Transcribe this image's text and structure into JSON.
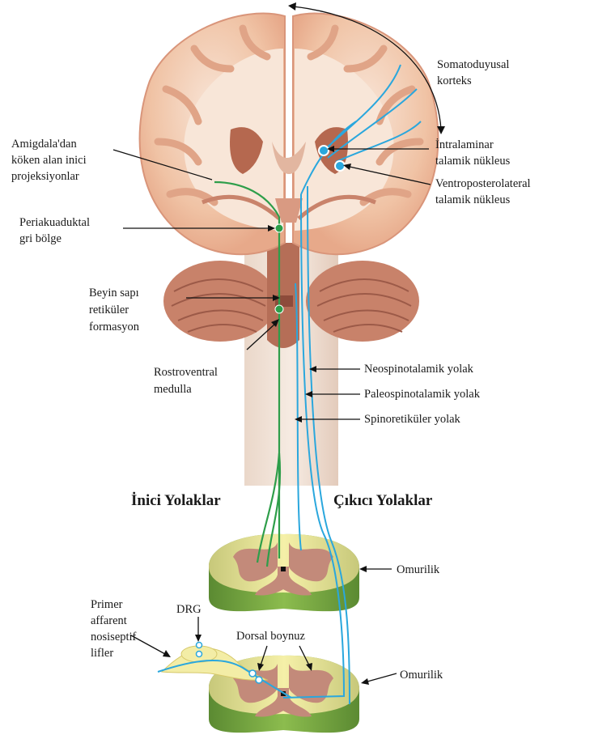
{
  "labels": {
    "somatosensory_1": "Somatoduyusal",
    "somatosensory_2": "korteks",
    "intralaminar_1": "İntralaminar",
    "intralaminar_2": "talamik nükleus",
    "vpl_1": "Ventroposterolateral",
    "vpl_2": "talamik nükleus",
    "amygdala_1": "Amigdala'dan",
    "amygdala_2": "köken alan inici",
    "amygdala_3": "projeksiyonlar",
    "pag_1": "Periakuaduktal",
    "pag_2": "gri bölge",
    "reticular_1": "Beyin sapı",
    "reticular_2": "retiküler",
    "reticular_3": "formasyon",
    "rvm_1": "Rostroventral",
    "rvm_2": "medulla",
    "neospino": "Neospinotalamik yolak",
    "paleospino": "Paleospinotalamik yolak",
    "spinoret": "Spinoretiküler yolak",
    "descending": "İnici Yolaklar",
    "ascending": "Çıkıcı Yolaklar",
    "spinal_cord_upper": "Omurilik",
    "spinal_cord_lower": "Omurilik",
    "primary_1": "Primer",
    "primary_2": "affarent",
    "primary_3": "nosiseptif",
    "primary_4": "lifler",
    "drg": "DRG",
    "dorsal_horn": "Dorsal boynuz"
  },
  "colors": {
    "descending_pathway": "#2e9e4a",
    "ascending_pathway": "#2aa7dd",
    "cortex": "#f3c4a6",
    "white_matter": "#f8e6d8",
    "brainstem": "#b0705a",
    "spinal_white": "#f3eda6",
    "spinal_grey": "#c38a7a"
  }
}
